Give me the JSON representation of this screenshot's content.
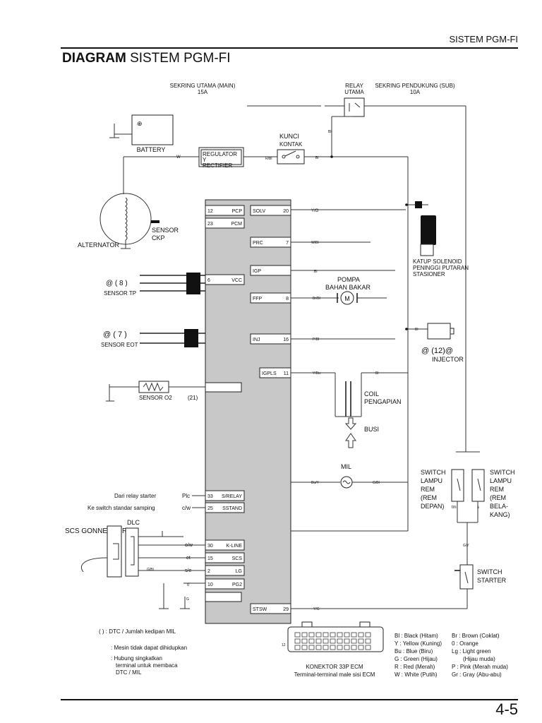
{
  "header": {
    "section": "SISTEM PGM-FI",
    "title_bold": "DIAGRAM",
    "title_rest": "SISTEM PGM-FI"
  },
  "page_number": "4-5",
  "components": {
    "main_fuse": [
      "SEKRING UTAMA (MAIN)",
      "15A"
    ],
    "main_relay": [
      "RELAY",
      "UTAMA"
    ],
    "sub_fuse": [
      "SEKRING PENDUKUNG (SUB)",
      "10A"
    ],
    "battery": "BATTERY",
    "ignition_switch": [
      "KUNCI",
      "KONTAK"
    ],
    "regulator": [
      "REGULATOR",
      "Y",
      "RECTIFIER"
    ],
    "alternator": "ALTERNATOR",
    "sensor_ckp": [
      "SENSOR",
      "CKP"
    ],
    "sensor_tp": [
      "@   ( 8 )",
      "SENSOR TP"
    ],
    "sensor_eot": [
      "@  ( 7 )",
      "SENSOR EOT"
    ],
    "sensor_o2": [
      "SENSOR O2",
      "(21)"
    ],
    "idle_valve": [
      "KATUP SOLENOID",
      "PENINGGI PUTARAN",
      "STASIONER"
    ],
    "fuel_pump": [
      "POMPA",
      "BAHAN BAKAR"
    ],
    "injector": [
      "@ (12)@",
      "INJECTOR"
    ],
    "ignition_coil": [
      "COIL",
      "PENGAPIAN"
    ],
    "spark_plug": "BUSI",
    "mil": "MIL",
    "front_brake_switch": [
      "SWITCH",
      "LAMPU",
      "REM",
      "(REM",
      "DEPAN)"
    ],
    "rear_brake_switch": [
      "SWITCH",
      "LAMPU",
      "REM",
      "(REM",
      "BELA-",
      "KANG)"
    ],
    "starter_switch": [
      "SWITCH",
      "STARTER"
    ],
    "starter_relay_note": "Dari relay starter",
    "side_stand_note": "Ke switch standar samping",
    "dlc": "DLC",
    "scs_connector": "SCS GONNECTOR",
    "ecm_connector": [
      "KONEKTOR 33P ECM",
      "Terminal-terminal male sisi ECM"
    ]
  },
  "ecm_terminals": [
    [
      "12",
      "PCP"
    ],
    [
      "23",
      "PCM"
    ],
    [
      "SOLV",
      "20"
    ],
    [
      "PRC",
      "7"
    ],
    [
      "IGP",
      ""
    ],
    [
      "6",
      "VCC"
    ],
    [
      "FFP",
      "8"
    ],
    [
      "INJ",
      "16"
    ],
    [
      "IGPLS",
      "11"
    ],
    [
      "33",
      "S/RELAY"
    ],
    [
      "25",
      "SSTAND"
    ],
    [
      "30",
      "K-LINE"
    ],
    [
      "15",
      "SCS"
    ],
    [
      "2",
      "LG"
    ],
    [
      "10",
      "PG2"
    ],
    [
      "STSW",
      "29"
    ]
  ],
  "wire_codes": {
    "w": "W",
    "rbi": "R/Bl",
    "bi": "Bl",
    "bi2": "Bl",
    "bi3": "Bl",
    "bi4": "Bl",
    "bi5": "Bl",
    "yo": "Y/O",
    "wbi": "W/Bl",
    "brbi": "Br/Bl",
    "pbi": "P/Bl",
    "ybu": "Y/Bu",
    "g": "G",
    "gy": "G/Y",
    "buy": "Bu/Y",
    "gbi": "G/Bl",
    "yg": "Y/G",
    "plc": "Plc",
    "cw": "c/w",
    "ow": "o/w",
    "et": "et",
    "se": "s/e",
    "o": "0",
    "gbi2": "G/Bl",
    "g2": "G",
    "tm": "tm",
    "s": "s",
    "twelve": "12"
  },
  "legend_left": [
    "(  ) : DTC / Jumlah kedipan MIL",
    ": Mesin tidak dapat dihidupkan",
    ": Hubung singkatkan",
    "terminal untuk membaca",
    "DTC / MIL"
  ],
  "colors": {
    "left": [
      "Bl : Black (Hitam)",
      "Y : Yellow (Kuning)",
      "Bu : Blue (Biru)",
      "G : Green (Hijau)",
      "R : Red (Merah)",
      "W : White (Putih)"
    ],
    "right": [
      "Br : Brown (Coklat)",
      "0  : Orange",
      "Lg : Light  green",
      "(Hijau muda)",
      "P : Pink (Merah muda)",
      "Gr : Gray (Abu-abu)"
    ]
  }
}
